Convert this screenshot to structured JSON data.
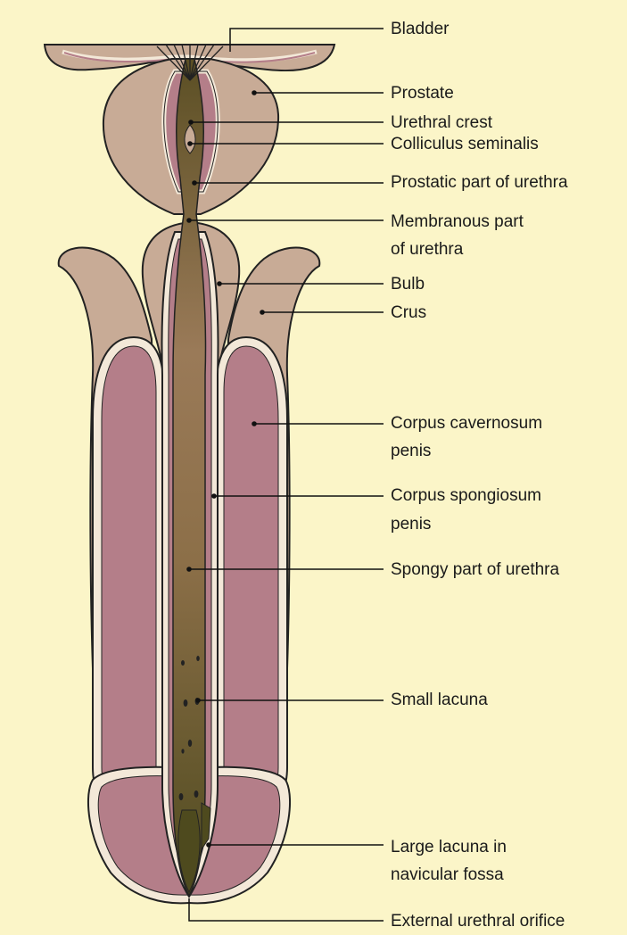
{
  "diagram": {
    "colors": {
      "background": "#fbf5c8",
      "prostate_bulb_crus": "#c8ab96",
      "erectile_tissue": "#b47e89",
      "tunica_rim": "#f3e8d8",
      "urethra_lumen": "#7a6432",
      "urethra_dark": "#4e4a1e",
      "outline": "#222222"
    },
    "labels": {
      "bladder": "Bladder",
      "prostate": "Prostate",
      "urethral_crest": "Urethral crest",
      "colliculus": "Colliculus seminalis",
      "prostatic_part": "Prostatic part of urethra",
      "membranous_part_line1": "Membranous part",
      "membranous_part_line2": "of urethra",
      "bulb": "Bulb",
      "crus": "Crus",
      "corpus_cavernosum_line1": "Corpus cavernosum",
      "corpus_cavernosum_line2": "penis",
      "corpus_spongiosum_line1": "Corpus spongiosum",
      "corpus_spongiosum_line2": "penis",
      "spongy_part": "Spongy part of urethra",
      "small_lacuna": "Small lacuna",
      "large_lacuna_line1": "Large lacuna in",
      "large_lacuna_line2": "navicular fossa",
      "external_orifice": "External urethral orifice"
    }
  }
}
